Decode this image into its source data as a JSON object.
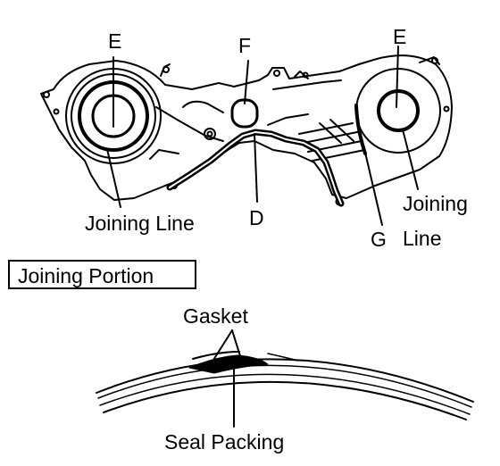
{
  "labels": {
    "e_left": "E",
    "f": "F",
    "e_right": "E",
    "joining_line_left": "Joining Line",
    "d": "D",
    "g": "G",
    "joining_right_1": "Joining",
    "joining_right_2": "Line",
    "joining_portion": "Joining Portion",
    "gasket": "Gasket",
    "seal_packing": "Seal Packing"
  }
}
